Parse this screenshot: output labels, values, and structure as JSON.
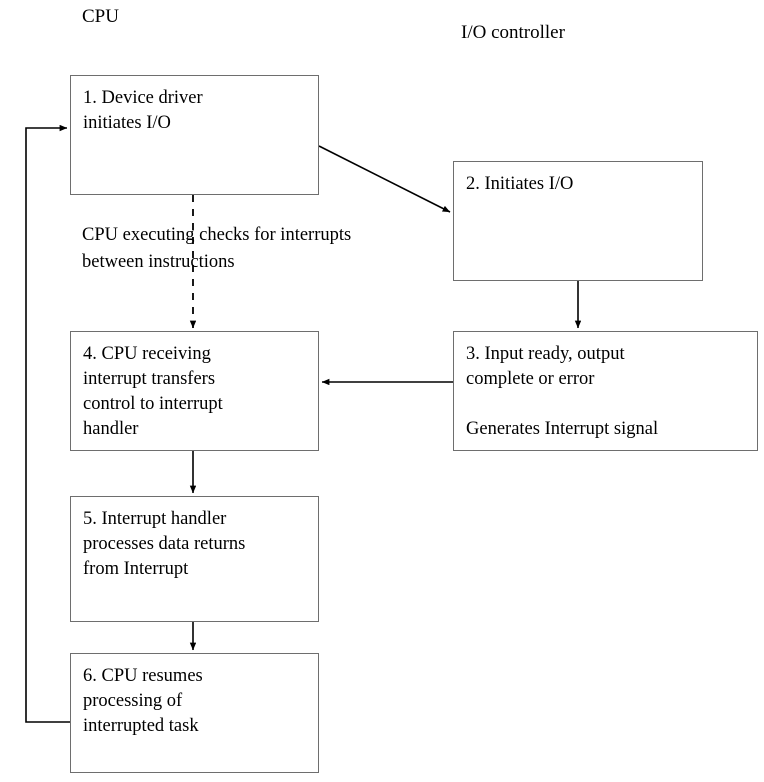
{
  "diagram": {
    "title_lanes": [
      {
        "id": "cpu",
        "label": "CPU"
      },
      {
        "id": "io-controller",
        "label": "I/O controller"
      }
    ],
    "nodes": [
      {
        "id": "node-1",
        "lane": "cpu",
        "lines": [
          "1. Device driver",
          "initiates I/O"
        ]
      },
      {
        "id": "node-2",
        "lane": "io-controller",
        "lines": [
          "2. Initiates I/O"
        ]
      },
      {
        "id": "node-3",
        "lane": "io-controller",
        "lines": [
          "3. Input ready, output",
          "complete or error",
          "",
          "Generates Interrupt signal"
        ]
      },
      {
        "id": "node-4",
        "lane": "cpu",
        "lines": [
          "4. CPU receiving",
          "interrupt transfers",
          "control to interrupt",
          "handler"
        ]
      },
      {
        "id": "node-5",
        "lane": "cpu",
        "lines": [
          "5. Interrupt handler",
          "processes data returns",
          "from Interrupt"
        ]
      },
      {
        "id": "node-6",
        "lane": "cpu",
        "lines": [
          "6. CPU resumes",
          "processing of",
          "interrupted task"
        ]
      }
    ],
    "annotations": [
      {
        "id": "note-interrupt-check",
        "lines": [
          "CPU executing checks for interrupts",
          "between instructions"
        ]
      }
    ],
    "colors": {
      "stroke": "#000000",
      "box_border": "#6e6e6e",
      "background": "#ffffff",
      "text": "#000000"
    },
    "edges": [
      {
        "id": "edge-1-to-2",
        "from": "node-1",
        "to": "node-2",
        "style": "solid",
        "shape": "diagonal"
      },
      {
        "id": "edge-2-to-3",
        "from": "node-2",
        "to": "node-3",
        "style": "solid",
        "shape": "vertical"
      },
      {
        "id": "edge-3-to-4",
        "from": "node-3",
        "to": "node-4",
        "style": "solid",
        "shape": "horizontal"
      },
      {
        "id": "edge-1-to-4",
        "from": "node-1",
        "to": "node-4",
        "style": "dashed",
        "shape": "vertical"
      },
      {
        "id": "edge-4-to-5",
        "from": "node-4",
        "to": "node-5",
        "style": "solid",
        "shape": "vertical"
      },
      {
        "id": "edge-5-to-6",
        "from": "node-5",
        "to": "node-6",
        "style": "solid",
        "shape": "vertical"
      },
      {
        "id": "edge-6-to-1",
        "from": "node-6",
        "to": "node-1",
        "style": "solid",
        "shape": "orthogonal-loop"
      }
    ]
  }
}
